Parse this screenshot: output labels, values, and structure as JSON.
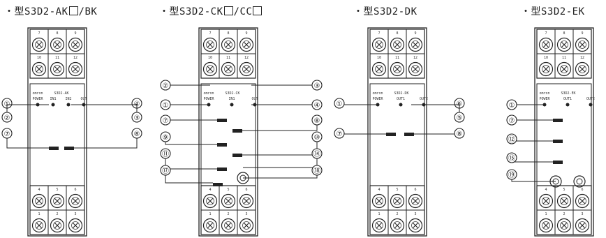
{
  "titles": [
    {
      "prefix": "・型S3D2-AK",
      "box1": true,
      "suffix": "/BK",
      "box2": false
    },
    {
      "prefix": "・型S3D2-CK",
      "box1": true,
      "suffix": "/CC",
      "box2": true
    },
    {
      "prefix": "・型S3D2-DK",
      "box1": false,
      "suffix": "",
      "box2": false
    },
    {
      "prefix": "・型S3D2-EK",
      "box1": false,
      "suffix": "",
      "box2": false
    }
  ],
  "brand": "omron",
  "terminals_top": [
    "7",
    "8",
    "9",
    "10",
    "11",
    "12"
  ],
  "terminals_bottom": [
    "4",
    "5",
    "6",
    "1",
    "2",
    "3"
  ],
  "panels": [
    {
      "model": "S3D2-AK",
      "leds": [
        "POWER",
        "IN1",
        "IN2",
        "OUT"
      ]
    },
    {
      "model": "S3D2-CK",
      "leds": [
        "POWER",
        "IN1",
        "OUT"
      ]
    },
    {
      "model": "S3D2-DK",
      "leds": [
        "POWER",
        "OUT1",
        "OUT2"
      ]
    },
    {
      "model": "S3D2-EK",
      "leds": [
        "POWER",
        "OUT1",
        "OUT2"
      ]
    }
  ],
  "callouts": {
    "ak_left": [
      "①",
      "②",
      "⑦"
    ],
    "ak_right": [
      "④",
      "③",
      "⑧"
    ],
    "ck_left": [
      "②",
      "①",
      "⑦",
      "⑨",
      "⑪",
      "⑰"
    ],
    "ck_right": [
      "③",
      "④",
      "⑧",
      "⑩",
      "⑭",
      "⑱"
    ],
    "dk_left": [
      "①",
      "⑦"
    ],
    "dk_right": [
      "⑥",
      "⑤",
      "⑧"
    ],
    "ek_left": [
      "①",
      "⑦",
      "⑫",
      "⑮",
      "⑲"
    ]
  }
}
